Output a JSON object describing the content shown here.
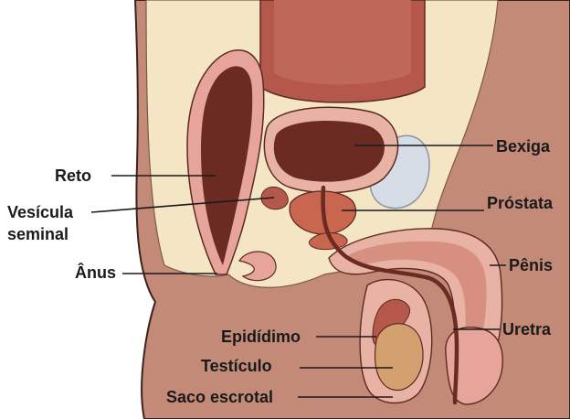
{
  "labels": {
    "reto": "Reto",
    "vesicula_line1": "Vesícula",
    "vesicula_line2": "seminal",
    "anus": "Ânus",
    "bexiga": "Bexiga",
    "prostata": "Próstata",
    "penis": "Pênis",
    "uretra": "Uretra",
    "epididimo": "Epidídimo",
    "testiculo": "Testículo",
    "saco_escrotal": "Saco escrotal"
  },
  "colors": {
    "skin": "#c48a78",
    "skin_dark": "#a96b5c",
    "tissue": "#f4e6c4",
    "organ_dark": "#6b2a22",
    "organ_mid": "#b5574a",
    "organ_pink": "#e7a49a",
    "prostate": "#c8664f",
    "bladder_wall": "#e8b3a4",
    "bone": "#d6dde6",
    "text": "#1a1a1a"
  }
}
